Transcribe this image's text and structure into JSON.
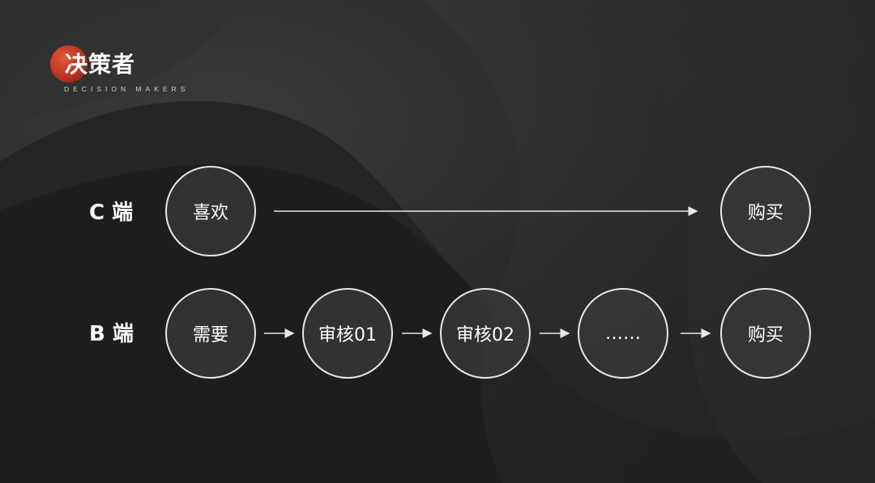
{
  "logo": {
    "title": "决策者",
    "subtitle": "DECISION MAKERS"
  },
  "rows": {
    "c": {
      "label": "C 端",
      "nodes": [
        "喜欢",
        "购买"
      ]
    },
    "b": {
      "label": "B 端",
      "nodes": [
        "需要",
        "审核01",
        "审核02",
        "……",
        "购买"
      ]
    }
  },
  "colors": {
    "background": "#262626",
    "accent": "#c0392b",
    "stroke": "#e8e8e8",
    "text": "#ffffff"
  }
}
